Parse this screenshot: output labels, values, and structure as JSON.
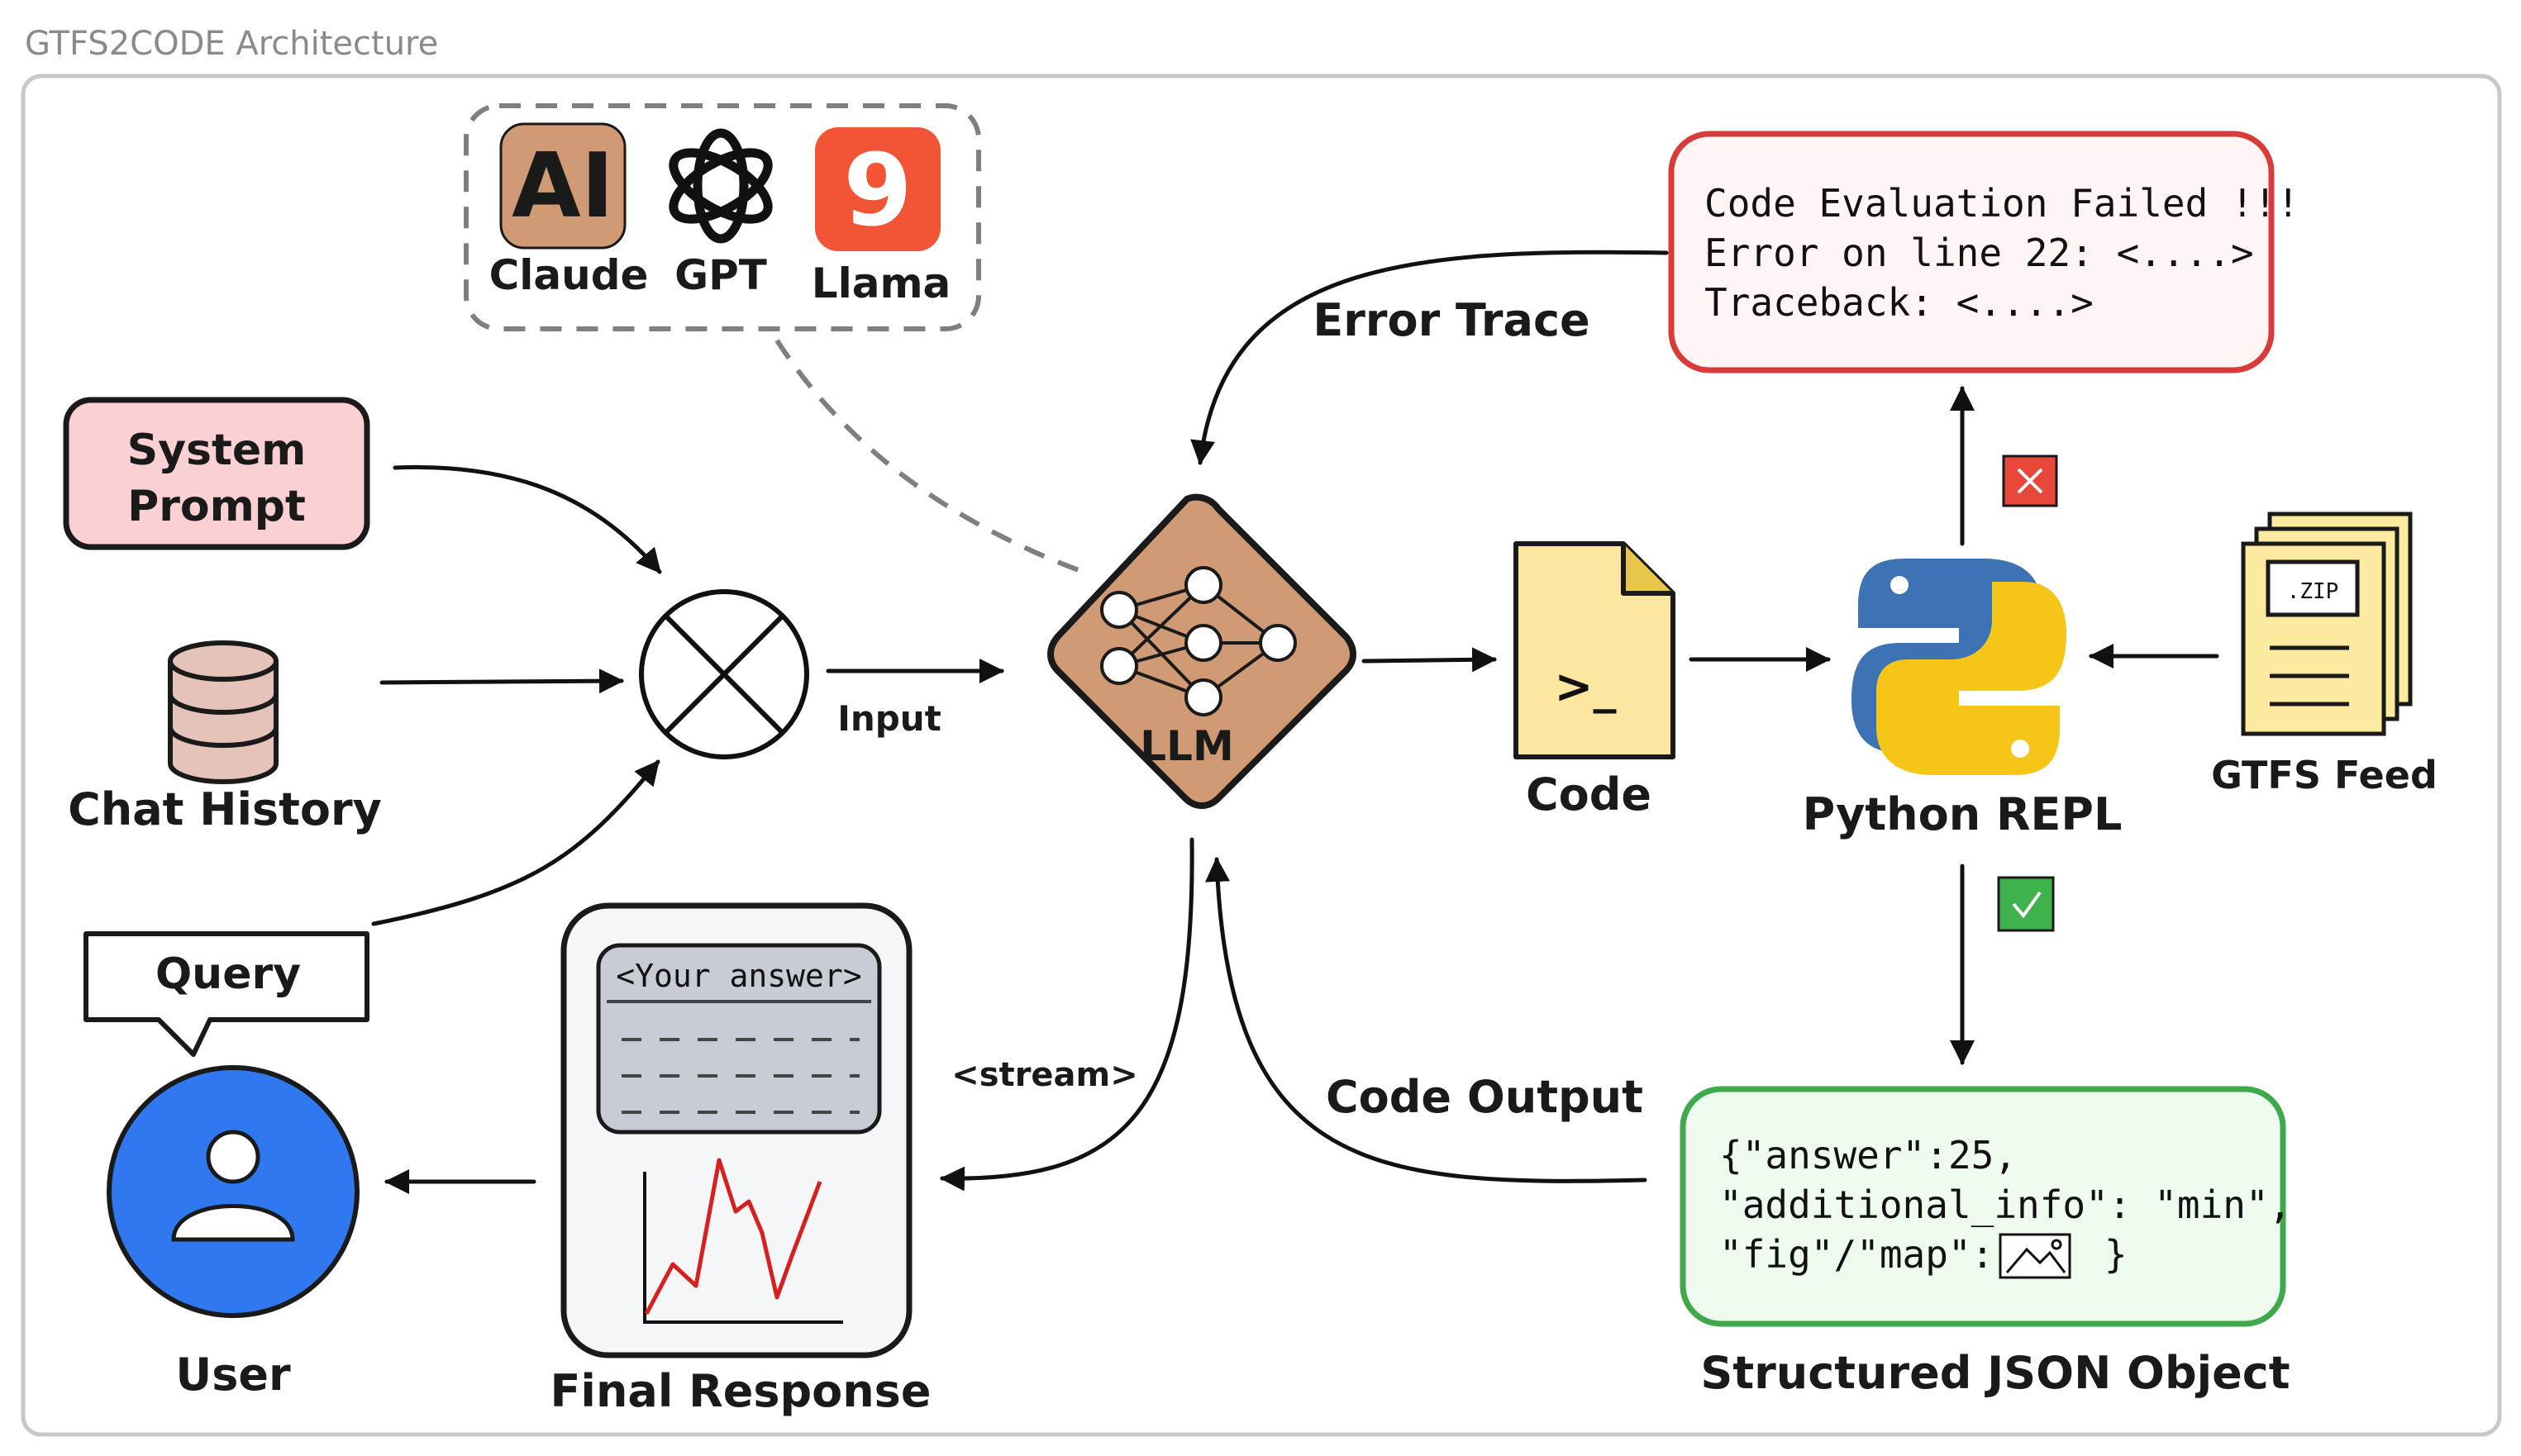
{
  "title": "GTFS2CODE Architecture",
  "models": [
    {
      "name": "Claude",
      "icon": "anthropic-logo-icon",
      "logo_text": "AI",
      "color": "#d09b74"
    },
    {
      "name": "GPT",
      "icon": "openai-logo-icon"
    },
    {
      "name": "Llama",
      "icon": "llama-logo-icon",
      "logo_text": "9",
      "color": "#f25535"
    }
  ],
  "inputs": {
    "system_prompt": [
      "System",
      "Prompt"
    ],
    "chat_history": "Chat History",
    "query": "Query"
  },
  "edge_labels": {
    "input": "Input",
    "error_trace": "Error Trace",
    "stream": "<stream>",
    "code_output": "Code Output"
  },
  "nodes": {
    "llm": "LLM",
    "code": "Code",
    "code_glyph": ">_",
    "python_repl": "Python REPL",
    "gtfs_feed": "GTFS Feed",
    "zip_label": ".ZIP",
    "user": "User",
    "final_response": "Final Response",
    "answer_placeholder": "<Your answer>",
    "structured_json": "Structured JSON Object"
  },
  "error_box": {
    "lines": [
      "Code Evaluation Failed !!!",
      "Error on line 22: <....>",
      "Traceback: <....>"
    ],
    "border_color": "#d93a3a",
    "bg_color": "#fff5f5"
  },
  "json_box": {
    "line1": "{\"answer\":25,",
    "line2": "\"additional_info\": \"min\",",
    "line3_prefix": "\"fig\"/\"map\":",
    "line3_suffix": "}",
    "border_color": "#3ea84a",
    "bg_color": "#effaef"
  },
  "status": {
    "fail_color": "#e8473a",
    "success_color": "#3eb34b",
    "fail_icon": "x-mark-icon",
    "success_icon": "check-mark-icon"
  },
  "colors": {
    "llm_fill": "#d09b74",
    "code_file_fill": "#fbe7a0",
    "python_blue": "#3d72b4",
    "python_yellow": "#f5c518",
    "gtfs_fill": "#fbeaa0",
    "system_prompt_fill": "#fbd0d2",
    "chat_history_fill": "#e6c3b8",
    "user_fill": "#2f78f0"
  }
}
